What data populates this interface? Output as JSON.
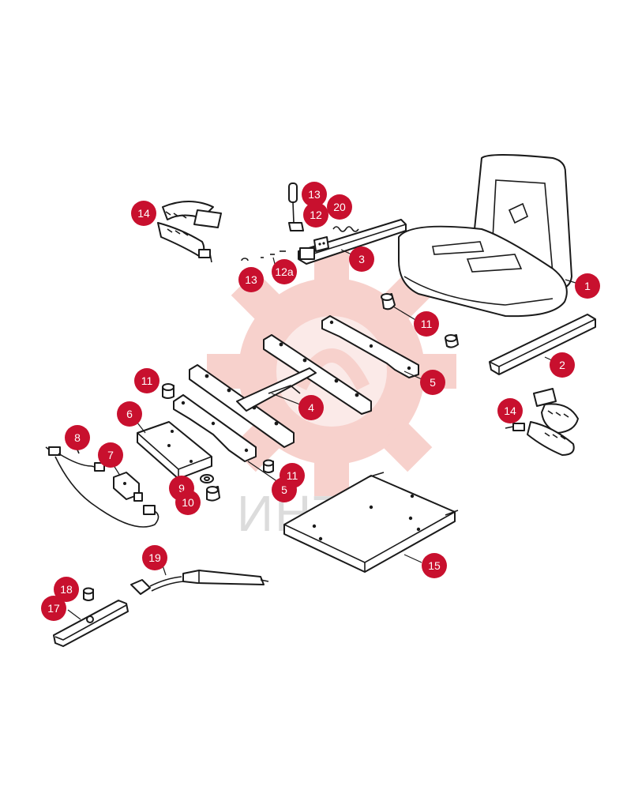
{
  "colors": {
    "callout": "#c8102e",
    "watermark": "#f6c9c4",
    "line": "#1a1a1a"
  },
  "watermark": {
    "logo": "gear-logo",
    "text": "ИНТЕХ"
  },
  "callouts": [
    {
      "id": "c1",
      "label": "1"
    },
    {
      "id": "c2",
      "label": "2"
    },
    {
      "id": "c3",
      "label": "3"
    },
    {
      "id": "c4",
      "label": "4"
    },
    {
      "id": "c5a",
      "label": "5"
    },
    {
      "id": "c5b",
      "label": "5"
    },
    {
      "id": "c6",
      "label": "6"
    },
    {
      "id": "c7",
      "label": "7"
    },
    {
      "id": "c8",
      "label": "8"
    },
    {
      "id": "c9",
      "label": "9"
    },
    {
      "id": "c10",
      "label": "10"
    },
    {
      "id": "c11a",
      "label": "11"
    },
    {
      "id": "c11b",
      "label": "11"
    },
    {
      "id": "c11c",
      "label": "11"
    },
    {
      "id": "c12",
      "label": "12"
    },
    {
      "id": "c12a",
      "label": "12a"
    },
    {
      "id": "c13a",
      "label": "13"
    },
    {
      "id": "c13b",
      "label": "13"
    },
    {
      "id": "c14a",
      "label": "14"
    },
    {
      "id": "c14b",
      "label": "14"
    },
    {
      "id": "c15",
      "label": "15"
    },
    {
      "id": "c17",
      "label": "17"
    },
    {
      "id": "c18",
      "label": "18"
    },
    {
      "id": "c19",
      "label": "19"
    },
    {
      "id": "c20",
      "label": "20"
    }
  ]
}
